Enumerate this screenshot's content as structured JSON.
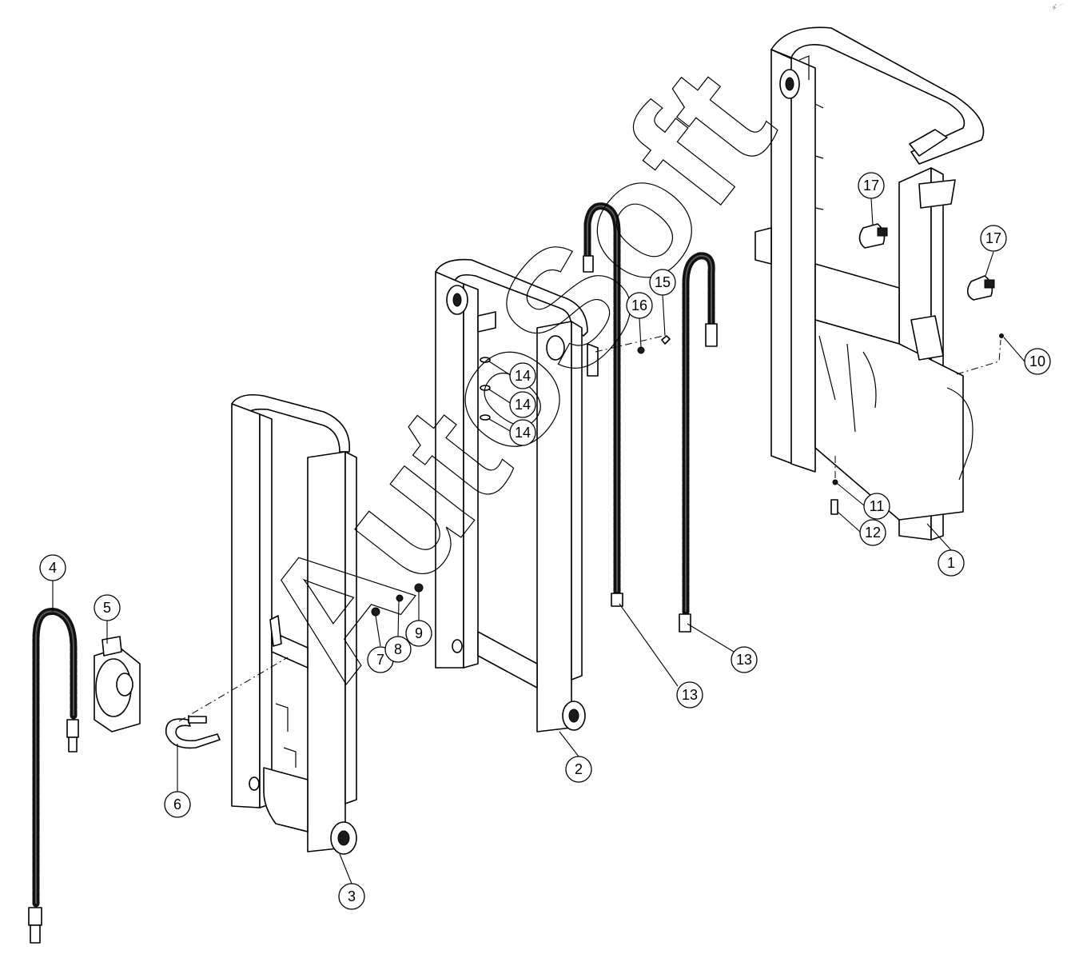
{
  "watermark": "AutoSoft",
  "corner_mark": "a° ...",
  "callouts": [
    {
      "id": "c1",
      "label": "1"
    },
    {
      "id": "c2",
      "label": "2"
    },
    {
      "id": "c3",
      "label": "3"
    },
    {
      "id": "c4",
      "label": "4"
    },
    {
      "id": "c5",
      "label": "5"
    },
    {
      "id": "c6",
      "label": "6"
    },
    {
      "id": "c7",
      "label": "7"
    },
    {
      "id": "c8",
      "label": "8"
    },
    {
      "id": "c9",
      "label": "9"
    },
    {
      "id": "c10",
      "label": "10"
    },
    {
      "id": "c11",
      "label": "11"
    },
    {
      "id": "c12",
      "label": "12"
    },
    {
      "id": "c13a",
      "label": "13"
    },
    {
      "id": "c13b",
      "label": "13"
    },
    {
      "id": "c14a",
      "label": "14"
    },
    {
      "id": "c14b",
      "label": "14"
    },
    {
      "id": "c14c",
      "label": "14"
    },
    {
      "id": "c15",
      "label": "15"
    },
    {
      "id": "c16",
      "label": "16"
    },
    {
      "id": "c17a",
      "label": "17"
    },
    {
      "id": "c17b",
      "label": "17"
    }
  ]
}
